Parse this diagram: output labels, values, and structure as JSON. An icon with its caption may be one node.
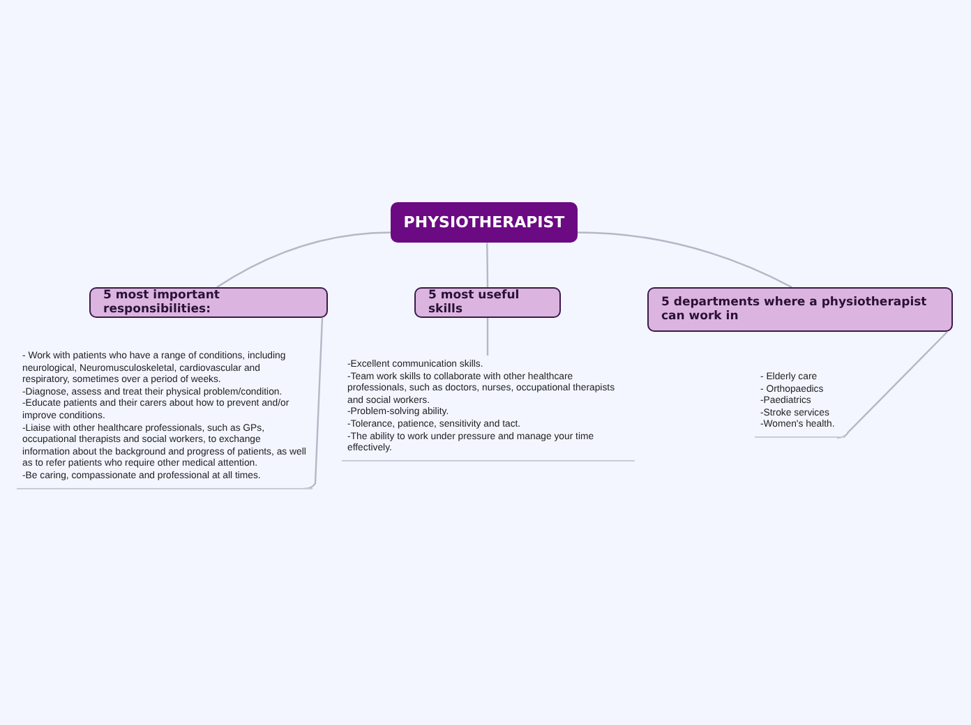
{
  "diagram": {
    "nodes": [
      {
        "text": [
          "PHYSIOTHERAPIST"
        ]
      },
      {
        "text": [
          "5 most important responsibilities:"
        ]
      },
      {
        "text": [
          "5 most useful skills"
        ]
      },
      {
        "text": [
          "5 departments where a physiotherapist can work in"
        ]
      },
      {
        "text": [
          "- Work with patients who have a range of conditions, including neurological, Neuromusculoskeletal, cardiovascular and respiratory, sometimes over a period of weeks.",
          "-Diagnose, assess and treat their physical problem/condition.",
          "-Educate patients and their carers about how to prevent and/or improve conditions.",
          "-Liaise with other healthcare professionals, such as GPs, occupational therapists and social workers, to exchange information about the background and progress of patients, as well as to refer patients who require other medical attention.",
          "-Be caring, compassionate and professional at all times."
        ]
      },
      {
        "text": [
          "-Excellent communication skills.",
          "-Team work skills to collaborate with other healthcare professionals, such as doctors, nurses, occupational therapists and social workers.",
          "-Problem-solving ability.",
          "-Tolerance, patience, sensitivity and tact.",
          "-The ability to work under pressure and manage your time effectively."
        ]
      },
      {
        "text": [
          "- Elderly care",
          "- Orthopaedics",
          "-Paediatrics",
          "-Stroke services",
          "-Women's health."
        ]
      }
    ],
    "edges": [
      {
        "from": 0,
        "to": 1,
        "arrow": "none"
      },
      {
        "from": 0,
        "to": 2,
        "arrow": "none"
      },
      {
        "from": 0,
        "to": 3,
        "arrow": "none"
      },
      {
        "from": 1,
        "to": 4,
        "arrow": "none"
      },
      {
        "from": 2,
        "to": 5,
        "arrow": "none"
      },
      {
        "from": 3,
        "to": 6,
        "arrow": "none"
      }
    ]
  }
}
